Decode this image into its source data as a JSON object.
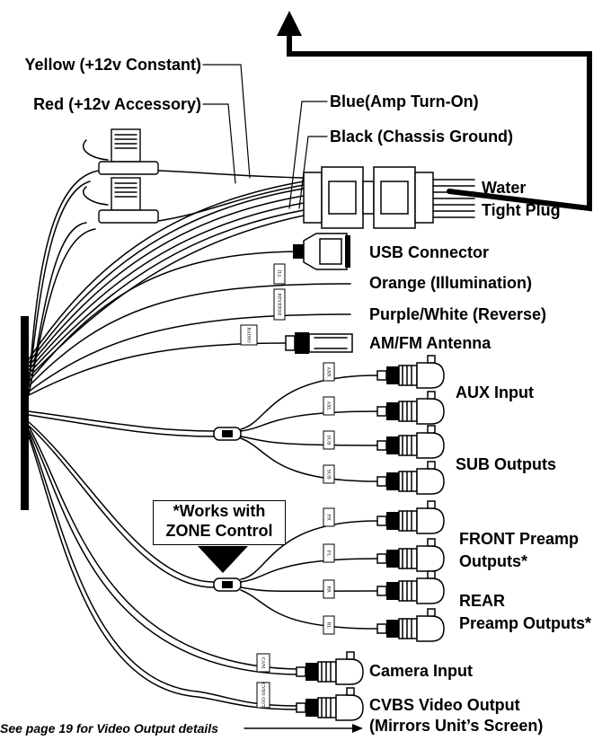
{
  "labels": {
    "yellow": "Yellow (+12v Constant)",
    "red": "Red (+12v Accessory)",
    "blue": "Blue(Amp Turn-On)",
    "black": "Black (Chassis Ground)",
    "water_line1": "Water",
    "water_line2": "Tight Plug",
    "usb": "USB Connector",
    "orange": "Orange (Illumination)",
    "purple": "Purple/White (Reverse)",
    "antenna": "AM/FM Antenna",
    "aux": "AUX Input",
    "sub": "SUB Outputs",
    "zone_line1": "*Works with",
    "zone_line2": "ZONE Control",
    "front_line1": "FRONT Preamp",
    "front_line2": "Outputs*",
    "rear_line1": "REAR",
    "rear_line2": "Preamp Outputs*",
    "camera": "Camera Input",
    "cvbs_line1": "CVBS Video Output",
    "cvbs_line2": "(Mirrors Unit’s Screen)",
    "note": "See page 19 for Video Output details"
  },
  "tags": {
    "ill": "ILL",
    "reverse": "REVERSE",
    "radio": "RADIO",
    "aux_r": "AXR",
    "aux_l": "AXL",
    "sub_1": "SUB",
    "sub_2": "SUB",
    "fr": "FR",
    "fl": "FL",
    "rr": "RR",
    "rl": "RL",
    "cam": "CAM",
    "cvbs": "CVBS OUT"
  }
}
